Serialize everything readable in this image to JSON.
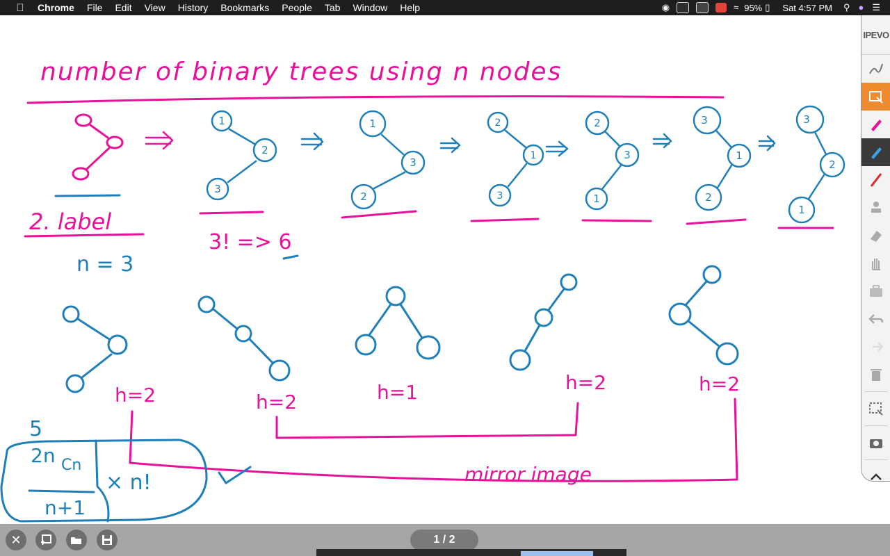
{
  "menubar": {
    "apple_icon": "apple-logo-icon",
    "app_name": "Chrome",
    "items": [
      "File",
      "Edit",
      "View",
      "History",
      "Bookmarks",
      "People",
      "Tab",
      "Window",
      "Help"
    ],
    "battery": "95%",
    "clock": "Sat 4:57 PM"
  },
  "whiteboard": {
    "title": "number of binary trees using n nodes",
    "label_note": "2. label",
    "n_value": "n = 3",
    "factorial": "3! => 6",
    "height_labels": [
      "h=2",
      "h=2",
      "h=1",
      "h=2",
      "h=2"
    ],
    "mirror_label": "mirror image",
    "count": "5",
    "formula_num": "2n",
    "formula_sub": "Cn",
    "formula_den": "n+1",
    "formula_mult": "× n!",
    "node_numbers": {
      "t1": [
        "1",
        "2",
        "3"
      ],
      "t2": [
        "1",
        "3",
        "2"
      ],
      "t3": [
        "2",
        "1",
        "3"
      ],
      "t4": [
        "2",
        "3",
        "1"
      ],
      "t5": [
        "3",
        "1",
        "2"
      ],
      "t6": [
        "3",
        "2",
        "1"
      ]
    },
    "colors": {
      "pink": "#e8119a",
      "blue": "#1f7fb8"
    }
  },
  "toolbar": {
    "brand": "IPEVO",
    "tools": [
      "pencil-icon",
      "select-icon",
      "pink-pen-icon",
      "blue-pen-icon",
      "red-line-icon",
      "stamp-icon",
      "eraser-icon",
      "hand-icon",
      "toolbox-icon",
      "undo-icon",
      "redo-icon",
      "trash-icon",
      "screen-select-icon",
      "camera-icon",
      "chevron-up-icon"
    ]
  },
  "bottombar": {
    "page_indicator": "1 / 2",
    "buttons": [
      "close-icon",
      "new-page-icon",
      "open-folder-icon",
      "save-icon"
    ]
  }
}
